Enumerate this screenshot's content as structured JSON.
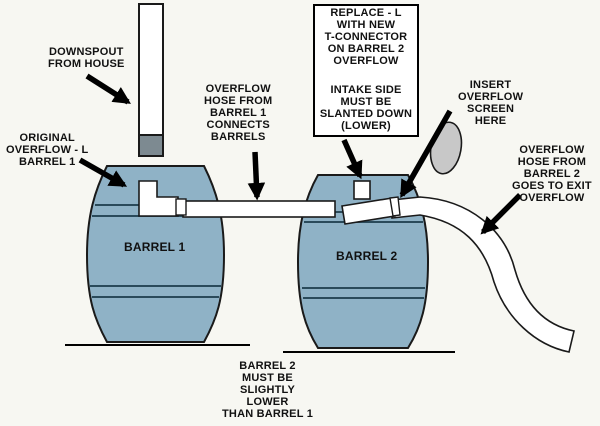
{
  "labels": {
    "downspout": [
      "DOWNSPOUT",
      "FROM HOUSE"
    ],
    "original": [
      "ORIGINAL",
      "OVERFLOW - L",
      "BARREL 1"
    ],
    "hose1": [
      "OVERFLOW",
      "HOSE  FROM",
      "BARREL 1",
      "CONNECTS",
      "BARRELS"
    ],
    "replace": [
      "REPLACE - L",
      "WITH NEW",
      "T-CONNECTOR",
      "ON BARREL 2",
      "OVERFLOW"
    ],
    "intake": [
      "INTAKE SIDE",
      "MUST BE",
      "SLANTED DOWN",
      "(LOWER)"
    ],
    "screen": [
      "INSERT",
      "OVERFLOW",
      "SCREEN",
      "HERE"
    ],
    "hose2": [
      "OVERFLOW",
      "HOSE  FROM",
      "BARREL 2",
      "GOES TO EXIT",
      "OVERFLOW"
    ],
    "lower": [
      "BARREL 2",
      "MUST BE",
      "SLIGHTLY",
      "LOWER",
      "THAN BARREL 1"
    ]
  },
  "barrels": {
    "barrel1": "BARREL 1",
    "barrel2": "BARREL 2"
  },
  "colors": {
    "barrel_fill": "#8fb2c6",
    "barrel_stroke": "#1a1a1a",
    "pipe_fill": "#ffffff",
    "downspout_cap": "#7d8a91",
    "screen_fill": "#c8c8c8",
    "background": "#f7f7f2"
  }
}
